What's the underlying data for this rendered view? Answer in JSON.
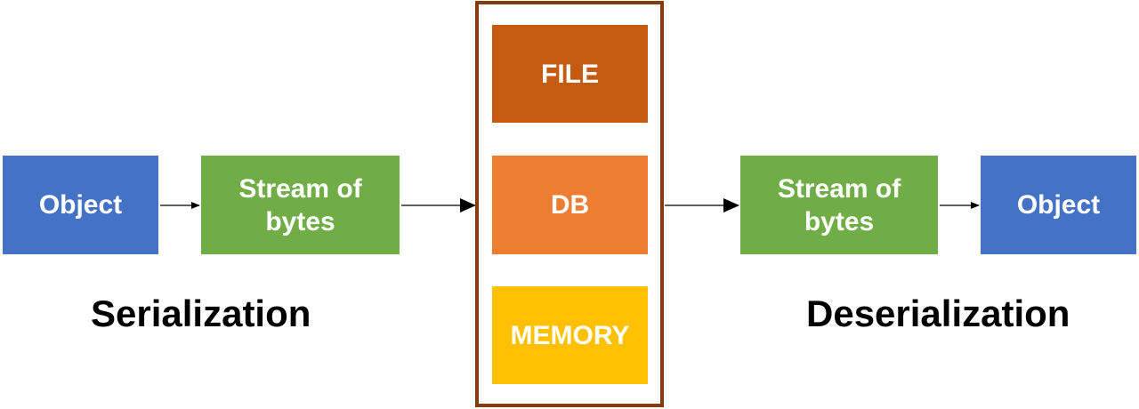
{
  "serialization": {
    "object_label": "Object",
    "stream_label_line1": "Stream of",
    "stream_label_line2": "bytes",
    "caption": "Serialization"
  },
  "storage": {
    "file_label": "FILE",
    "db_label": "DB",
    "memory_label": "MEMORY"
  },
  "deserialization": {
    "stream_label_line1": "Stream of",
    "stream_label_line2": "bytes",
    "object_label": "Object",
    "caption": "Deserialization"
  },
  "colors": {
    "object": "#4472c4",
    "stream": "#70ad47",
    "file": "#c55a11",
    "db": "#ed7d31",
    "memory": "#ffc000",
    "storage_frame": "#843c0c",
    "arrow": "#000000"
  }
}
